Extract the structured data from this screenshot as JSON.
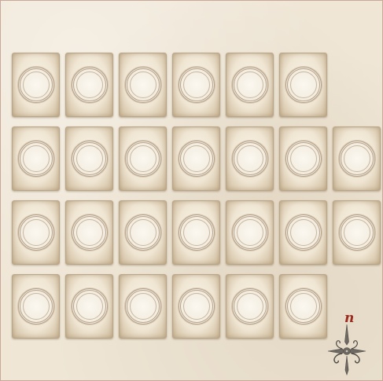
{
  "board": {
    "rows": [
      6,
      7,
      7,
      6
    ],
    "card_face": "face-down",
    "card_emblem_icon": "circle-emblem-icon"
  },
  "compass": {
    "letter": "n",
    "icon": "compass-rose-icon",
    "letter_color": "#9b2a1f"
  },
  "colors": {
    "parchment": "#efe6d6",
    "card_border": "#b9a58a",
    "emblem_ring": "#b7a48c"
  }
}
